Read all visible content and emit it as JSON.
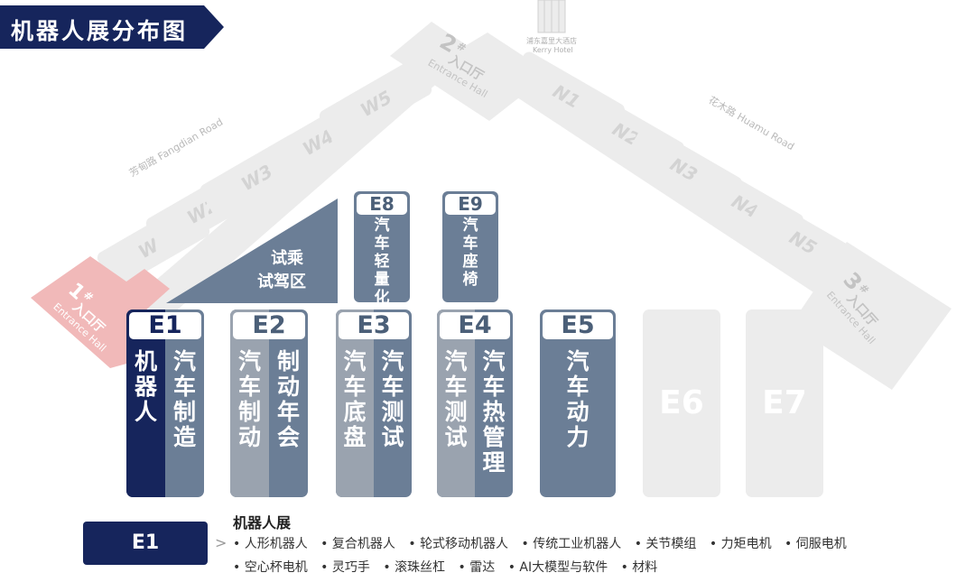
{
  "title": "机器人展分布图",
  "colors": {
    "navy": "#16255c",
    "slate": "#6b7e96",
    "gray": "#9aa3af",
    "faded": "#ececec",
    "entry_red": "#f1b9b9"
  },
  "map": {
    "hotel": {
      "line1": "浦东嘉里大酒店",
      "line2": "Kerry Hotel"
    },
    "roads": {
      "fangdian": "芳甸路 Fangdian Road",
      "huamu": "花木路 Huamu Road"
    },
    "west_halls": [
      "W1",
      "W2",
      "W3",
      "W4",
      "W5"
    ],
    "north_halls": [
      "N1",
      "N2",
      "N3",
      "N4",
      "N5"
    ],
    "entrances": [
      {
        "num": "1",
        "mark": "#",
        "cn": "入口厅",
        "en": "Entrance Hall"
      },
      {
        "num": "2",
        "mark": "#",
        "cn": "入口厅",
        "en": "Entrance Hall"
      },
      {
        "num": "3",
        "mark": "#",
        "cn": "入口厅",
        "en": "Entrance Hall"
      }
    ],
    "test_drive": {
      "line1": "试乘",
      "line2": "试驾区"
    },
    "halls": {
      "e1": {
        "code": "E1",
        "left": [
          "机",
          "器",
          "人"
        ],
        "right": [
          "汽",
          "车",
          "制",
          "造"
        ]
      },
      "e2": {
        "code": "E2",
        "left": [
          "汽",
          "车",
          "制",
          "动"
        ],
        "right": [
          "制",
          "动",
          "年",
          "会"
        ]
      },
      "e3": {
        "code": "E3",
        "left": [
          "汽",
          "车",
          "底",
          "盘"
        ],
        "right": [
          "汽",
          "车",
          "测",
          "试"
        ]
      },
      "e4": {
        "code": "E4",
        "left": [
          "汽",
          "车",
          "测",
          "试"
        ],
        "right": [
          "汽",
          "车",
          "热",
          "管",
          "理"
        ]
      },
      "e5": {
        "code": "E5",
        "text": [
          "汽",
          "车",
          "动",
          "力"
        ]
      },
      "e6": {
        "code": "E6"
      },
      "e7": {
        "code": "E7"
      },
      "e8": {
        "code": "E8",
        "text": [
          "汽",
          "车",
          "轻",
          "量",
          "化"
        ]
      },
      "e9": {
        "code": "E9",
        "text": [
          "汽",
          "车",
          "座",
          "椅"
        ]
      }
    }
  },
  "legend": {
    "badge": "E1",
    "arrow": ">",
    "title": "机器人展",
    "line1": [
      "人形机器人",
      "复合机器人",
      "轮式移动机器人",
      "传统工业机器人",
      "关节模组",
      "力矩电机",
      "伺服电机"
    ],
    "line2": [
      "空心杯电机",
      "灵巧手",
      "滚珠丝杠",
      "雷达",
      "AI大模型与软件",
      "材料"
    ]
  }
}
